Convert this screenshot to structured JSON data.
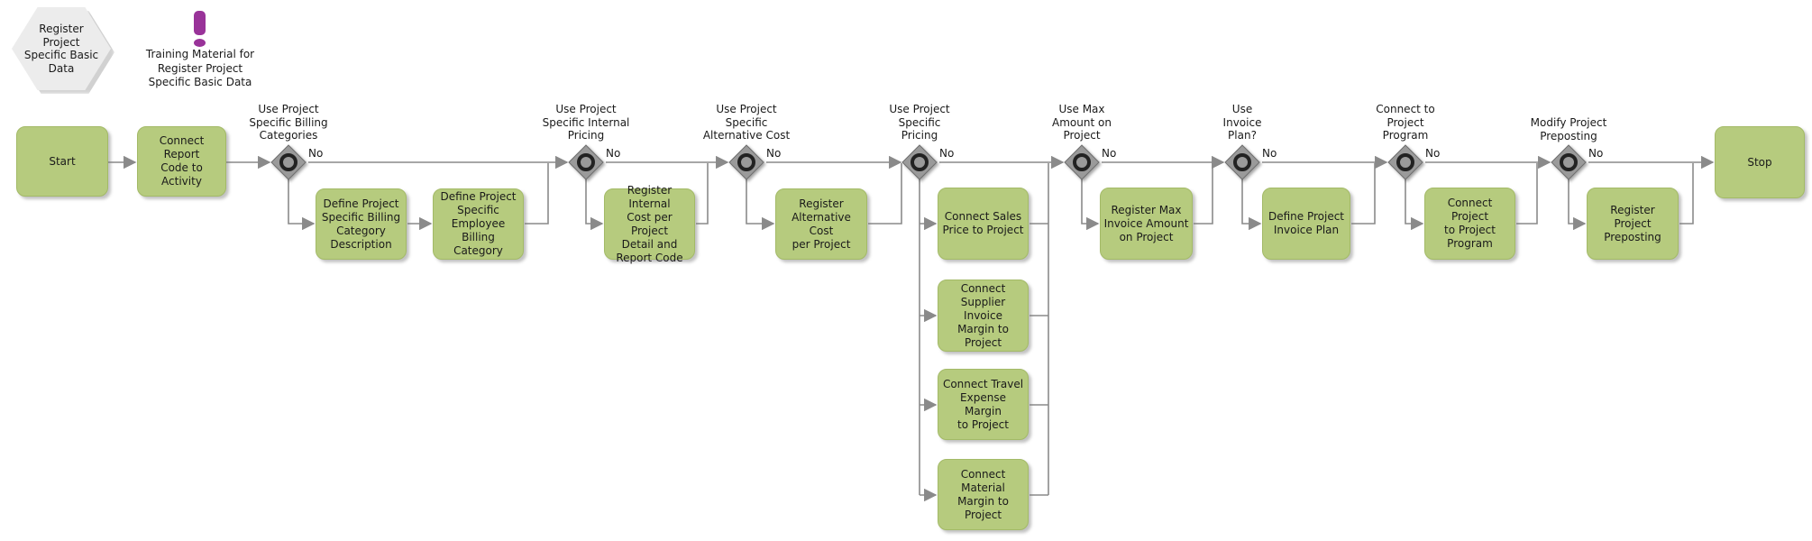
{
  "diagram": {
    "colors": {
      "activity_fill": "#b6cb7e",
      "activity_border": "#a3ba67",
      "line_color": "#8a8a8a",
      "diamond_fill": "#9a9a9a",
      "diamond_border": "#6e6e6e",
      "circle_ring": "#222222",
      "note_accent": "#993399",
      "hexagon_fill": "#ececec",
      "text_color": "#1a1a1a"
    },
    "hexagon_title": "Register\nProject\nSpecific Basic\nData",
    "note_label": "Training Material for\nRegister Project\nSpecific Basic Data",
    "activities": [
      {
        "id": "start",
        "label": "Start"
      },
      {
        "id": "connect-report-code",
        "label": "Connect Report\nCode to Activity"
      },
      {
        "id": "define-billing-category-description",
        "label": "Define Project\nSpecific Billing\nCategory\nDescription"
      },
      {
        "id": "define-employee-billing-category",
        "label": "Define Project\nSpecific\nEmployee Billing\nCategory"
      },
      {
        "id": "register-internal-cost",
        "label": "Register Internal\nCost per Project\nDetail and\nReport Code"
      },
      {
        "id": "register-alternative-cost",
        "label": "Register\nAlternative Cost\nper Project"
      },
      {
        "id": "connect-sales-price",
        "label": "Connect Sales\nPrice to Project"
      },
      {
        "id": "connect-supplier-invoice-margin",
        "label": "Connect\nSupplier Invoice\nMargin to\nProject"
      },
      {
        "id": "connect-travel-expense-margin",
        "label": "Connect Travel\nExpense Margin\nto Project"
      },
      {
        "id": "connect-material-margin",
        "label": "Connect Material\nMargin to\nProject"
      },
      {
        "id": "register-max-invoice-amount",
        "label": "Register Max\nInvoice Amount\non Project"
      },
      {
        "id": "define-project-invoice-plan",
        "label": "Define Project\nInvoice Plan"
      },
      {
        "id": "connect-project-to-program",
        "label": "Connect Project\nto Project\nProgram"
      },
      {
        "id": "register-project-preposting",
        "label": "Register Project\nPreposting"
      },
      {
        "id": "stop",
        "label": "Stop"
      }
    ],
    "decisions": [
      {
        "id": "use-billing-categories",
        "label": "Use Project\nSpecific Billing\nCategories",
        "branch_label": "No"
      },
      {
        "id": "use-internal-pricing",
        "label": "Use Project\nSpecific Internal\nPricing",
        "branch_label": "No"
      },
      {
        "id": "use-alternative-cost",
        "label": "Use Project\nSpecific\nAlternative Cost",
        "branch_label": "No"
      },
      {
        "id": "use-specific-pricing",
        "label": "Use Project\nSpecific\nPricing",
        "branch_label": "No"
      },
      {
        "id": "use-max-amount",
        "label": "Use Max\nAmount on\nProject",
        "branch_label": "No"
      },
      {
        "id": "use-invoice-plan",
        "label": "Use\nInvoice\nPlan?",
        "branch_label": "No"
      },
      {
        "id": "connect-to-project-program",
        "label": "Connect to\nProject\nProgram",
        "branch_label": "No"
      },
      {
        "id": "modify-project-preposting",
        "label": "Modify Project\nPreposting",
        "branch_label": "No"
      }
    ]
  }
}
